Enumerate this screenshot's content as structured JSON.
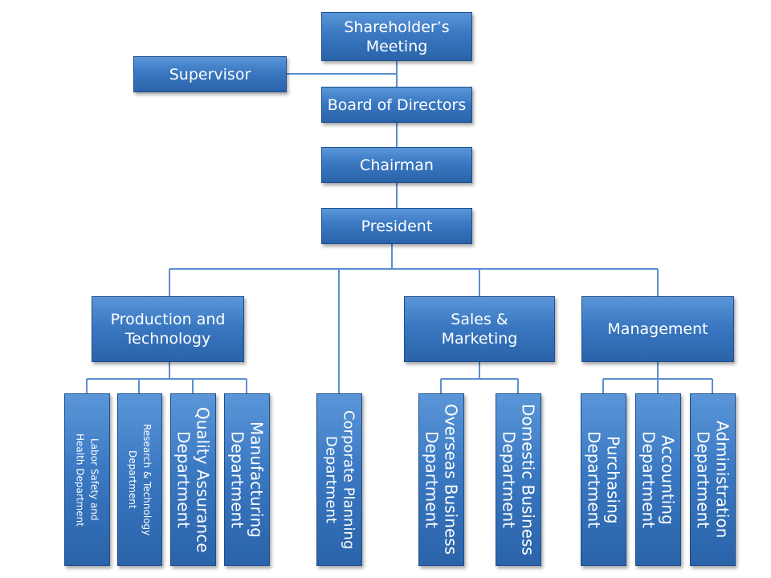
{
  "colors": {
    "box_fill": "#3a78c2",
    "box_border": "#1f4f8c",
    "connector": "#5b8fd0",
    "text": "#ffffff"
  },
  "nodes": {
    "shareholders_meeting": "Shareholder’s\nMeeting",
    "supervisor": "Supervisor",
    "board_of_directors": "Board of Directors",
    "chairman": "Chairman",
    "president": "President",
    "production_and_technology": "Production and\nTechnology",
    "sales_and_marketing": "Sales &\nMarketing",
    "management": "Management",
    "labor_safety": "Labor Safety and\nHealth Department",
    "research_technology": "Research & Technology\nDepartment",
    "quality_assurance": "Quality Assurance\nDepartment",
    "manufacturing": "Manufacturing\nDepartment",
    "corporate_planning": "Corporate Planning\nDepartment",
    "overseas_business": "Overseas Business\nDepartment",
    "domestic_business": "Domestic Business\nDepartment",
    "purchasing": "Purchasing\nDepartment",
    "accounting": "Accounting\nDepartment",
    "administration": "Administration\nDepartment"
  }
}
